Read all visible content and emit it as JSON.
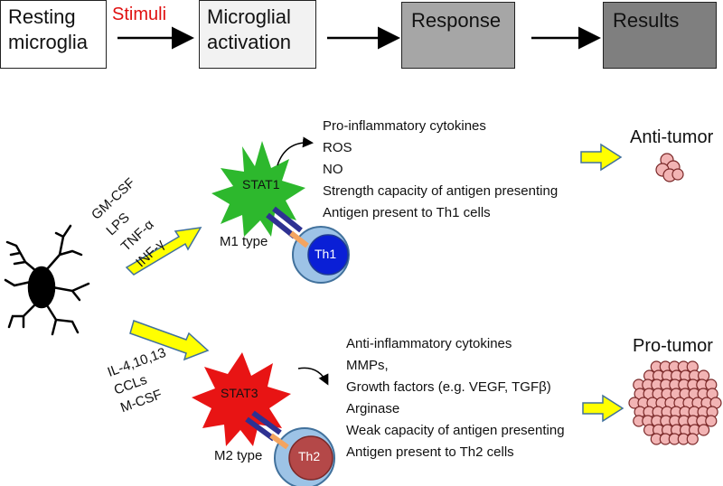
{
  "flow": {
    "steps": [
      "Resting\nmicroglia",
      "Microglial\nactivation",
      "Response",
      "Results"
    ],
    "stimuli_label": "Stimuli"
  },
  "m1": {
    "stimuli": [
      "GM-CSF",
      "LPS",
      "TNF-α",
      "INF-γ"
    ],
    "cell_label": "STAT1",
    "type_label": "M1 type",
    "th_label": "Th1",
    "effects": [
      "Pro-inflammatory cytokines",
      "ROS",
      "NO",
      "Strength capacity of antigen presenting",
      "Antigen present to Th1 cells"
    ],
    "outcome": "Anti-tumor"
  },
  "m2": {
    "stimuli": [
      "IL-4,10,13",
      "CCLs",
      "M-CSF"
    ],
    "cell_label": "STAT3",
    "type_label": "M2 type",
    "th_label": "Th2",
    "effects": [
      "Anti-inflammatory cytokines",
      "MMPs,",
      "Growth factors (e.g. VEGF, TGFβ)",
      "Arginase",
      "Weak capacity of antigen presenting",
      "Antigen present to Th2 cells"
    ],
    "outcome": "Pro-tumor"
  },
  "colors": {
    "m1_cell": "#2db82d",
    "m2_cell": "#e81414",
    "th1": "#0a1fd6",
    "th2": "#b44848",
    "th_ring": "#9dc3e6",
    "arrow_fill": "#ffff00",
    "tumor_cell": "#f2b4b4"
  }
}
